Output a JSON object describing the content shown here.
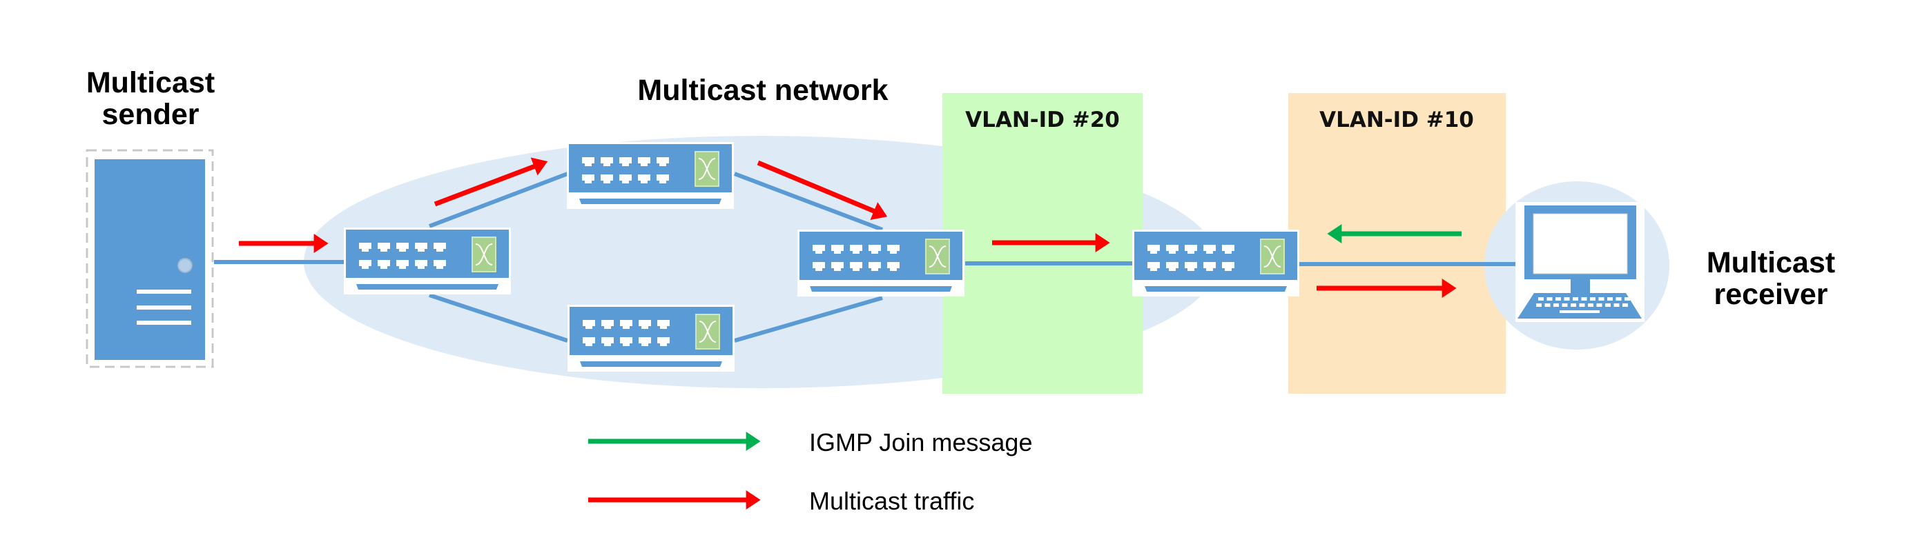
{
  "diagram": {
    "sender": {
      "label_line1": "Multicast",
      "label_line2": "sender",
      "icon": "server-icon"
    },
    "network": {
      "title": "Multicast network"
    },
    "receiver": {
      "label_line1": "Multicast",
      "label_line2": "receiver",
      "icon": "computer-icon"
    },
    "vlans": [
      {
        "label": "VLAN-ID #20",
        "color": "#ccfcc0"
      },
      {
        "label": "VLAN-ID #10",
        "color": "#fde5bf"
      }
    ],
    "switches": [
      {
        "id": "switch-ingress",
        "icon": "network-switch-icon"
      },
      {
        "id": "switch-upper",
        "icon": "network-switch-icon"
      },
      {
        "id": "switch-lower",
        "icon": "network-switch-icon"
      },
      {
        "id": "switch-core-egress",
        "icon": "network-switch-icon"
      },
      {
        "id": "switch-vlan-edge",
        "icon": "network-switch-icon"
      }
    ],
    "legend": [
      {
        "label": "IGMP Join message",
        "color": "#00b050"
      },
      {
        "label": "Multicast traffic",
        "color": "#ff0000"
      }
    ],
    "colors": {
      "device_blue": "#5b9bd5",
      "cloud": "#deeaf6",
      "switch_panel_green": "#a9d18e",
      "multicast_traffic": "#ff0000",
      "igmp_join": "#00b050"
    }
  }
}
